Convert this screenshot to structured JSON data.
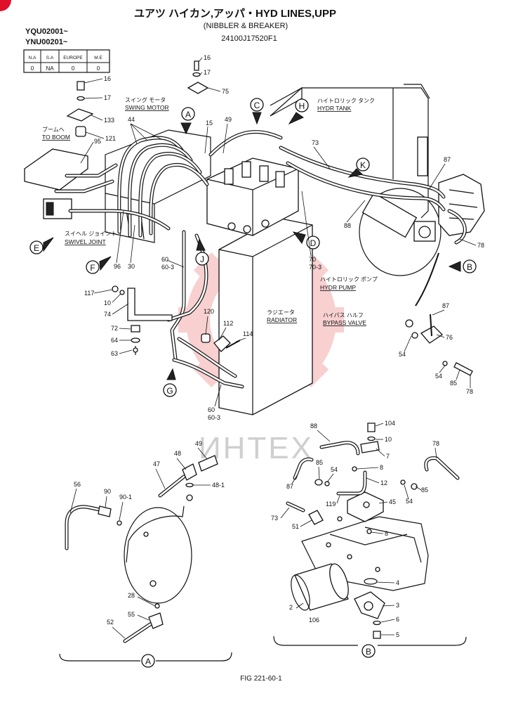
{
  "header": {
    "title": "ユアツ ハイカン,アッパ・HYD LINES,UPP",
    "subtitle": "(NIBBLER & BREAKER)",
    "part_code": "24100J17520F1"
  },
  "serials": {
    "line1": "YQU02001~",
    "line2": "YNU00201~"
  },
  "market_table": {
    "headers": [
      "N.A",
      "S.A",
      "EUROPE",
      "M.E"
    ],
    "values": [
      "0",
      "NA",
      "0",
      "0"
    ]
  },
  "component_labels": {
    "swing_motor_jp": "スイング モータ",
    "swing_motor": "SWING MOTOR",
    "hydr_tank_jp": "ハイトロリック タンク",
    "hydr_tank": "HYDR TANK",
    "to_boom_jp": "ブームヘ",
    "to_boom": "TO BOOM",
    "swivel_joint_jp": "スイヘル ジョイント",
    "swivel_joint": "SWIVEL JOINT",
    "hydr_pump_jp": "ハイトロリック ポンプ",
    "hydr_pump": "HYDR PUMP",
    "radiator_jp": "ラジエータ",
    "radiator": "RADIATOR",
    "bypass_valve_jp": "ハイパス ハルフ",
    "bypass_valve": "BYPASS VALVE"
  },
  "view_markers": [
    "A",
    "B",
    "C",
    "D",
    "E",
    "F",
    "G",
    "H",
    "J",
    "K"
  ],
  "callouts": {
    "c16a": "16",
    "c17a": "17",
    "c75": "75",
    "c16b": "16",
    "c17b": "17",
    "c133": "133",
    "c121": "121",
    "c95": "95",
    "c44": "44",
    "c15": "15",
    "c49": "49",
    "c73": "73",
    "c87a": "87",
    "c88a": "88",
    "c78a": "78",
    "c70": "70",
    "c70_3": "70-3",
    "c96": "96",
    "c30": "30",
    "c60a": "60",
    "c60_3a": "60-3",
    "c117": "117",
    "c10a": "10",
    "c74": "74",
    "c72": "72",
    "c64": "64",
    "c63": "63",
    "c120": "120",
    "c112": "112",
    "c114": "114",
    "c60b": "60",
    "c60_3b": "60-3",
    "c87b": "87",
    "c76": "76",
    "c54a": "54",
    "c54b": "54",
    "c85a": "85",
    "c78b": "78",
    "a49": "49",
    "a48": "48",
    "a47": "47",
    "a48_1": "48-1",
    "a56": "56",
    "a90": "90",
    "a90_1": "90-1",
    "a28": "28",
    "a55": "55",
    "a52": "52",
    "b88": "88",
    "b104": "104",
    "b10": "10",
    "b7": "7",
    "b78": "78",
    "b85a": "85",
    "b54a": "54",
    "b8a": "8",
    "b87": "87",
    "b12": "12",
    "b85b": "85",
    "b54b": "54",
    "b119": "119",
    "b45": "45",
    "b73": "73",
    "b51": "51",
    "b8b": "8",
    "b4": "4",
    "b2": "2",
    "b3": "3",
    "b106": "106",
    "b6": "6",
    "b5": "5"
  },
  "watermark": "ИНТЕХ",
  "figure_number": "FIG 221-60-1"
}
